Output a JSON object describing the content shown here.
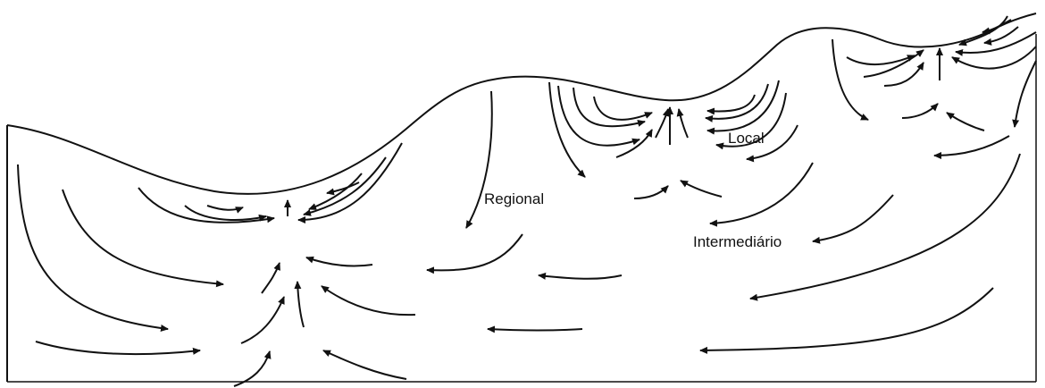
{
  "labels": {
    "local": "Local",
    "regional": "Regional",
    "intermediate": "Intermediário"
  },
  "colors": {
    "stroke": "#111111",
    "background": "#ffffff"
  }
}
